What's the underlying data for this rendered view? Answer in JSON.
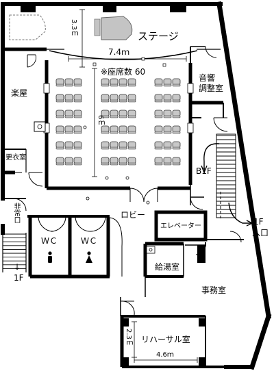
{
  "rooms": {
    "stage": "ステージ",
    "seats": "※座席数 60",
    "sound_room": "音響\n調整室",
    "green_room": "楽屋",
    "dressing_room": "更衣室",
    "emergency_exit": "非常口",
    "lobby": "ロビー",
    "elevator": "エレベーター",
    "wc_men": "ＷＣ",
    "wc_women": "ＷＣ",
    "kitchenette": "給湯室",
    "office": "事務室",
    "rehearsal": "リハーサル室"
  },
  "dimensions": {
    "stage_depth": "3.3ｍ",
    "stage_width": "7.4ｍ",
    "hall_depth": "6ｍ",
    "rehearsal_depth": "2.3ｍ",
    "rehearsal_width": "4.6ｍ"
  },
  "floors": {
    "down": "↓",
    "down_floor": "1F",
    "b1f": "B1F",
    "entrance_floor": "1F",
    "entrance": "入口"
  },
  "colors": {
    "wall": "#000000",
    "seat": "#c8c8c8",
    "piano": "#c4c4c4"
  },
  "icons": {
    "men": "man-icon",
    "women": "woman-icon",
    "sink": "sink-icon",
    "piano": "piano-icon"
  }
}
